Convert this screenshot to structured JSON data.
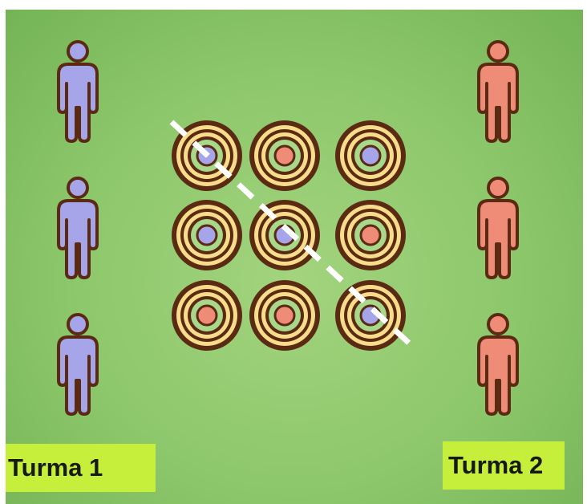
{
  "teams": [
    {
      "label": "Turma 1",
      "color": "#a7a5ea"
    },
    {
      "label": "Turma 2",
      "color": "#ee8c78"
    }
  ],
  "colors": {
    "outline": "#5a2a12",
    "ring_fill": "#f7dc8b",
    "winning_line": "#ffffff"
  },
  "board": {
    "rows": 3,
    "cols": 3,
    "pieces": [
      [
        "team1",
        "team2",
        "team1"
      ],
      [
        "team1",
        "team1",
        "team2"
      ],
      [
        "team2",
        "team2",
        "team1"
      ]
    ],
    "winning_line": "diagonal-top-left-to-bottom-right"
  }
}
